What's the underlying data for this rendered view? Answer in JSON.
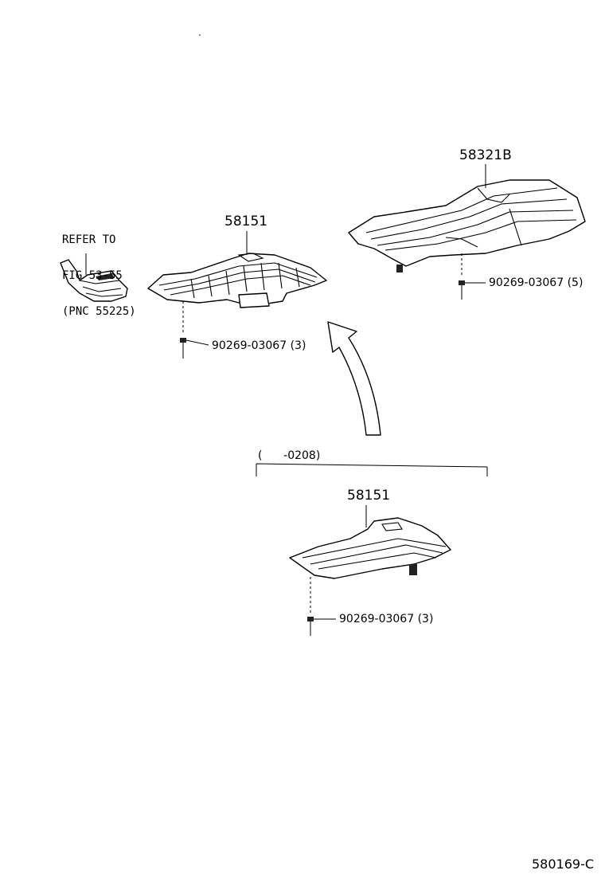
{
  "labels": {
    "part_58321b": "58321B",
    "part_58151_top": "58151",
    "part_58151_bottom": "58151",
    "bolt_right": "90269-03067 (5)",
    "bolt_center": "90269-03067 (3)",
    "bolt_bottom": "90269-03067 (3)",
    "refer_note": [
      "REFER TO",
      "FIG 53-55",
      "(PNC 55225)"
    ],
    "date_range": "(      -0208)",
    "figure_code": "580169-C"
  }
}
